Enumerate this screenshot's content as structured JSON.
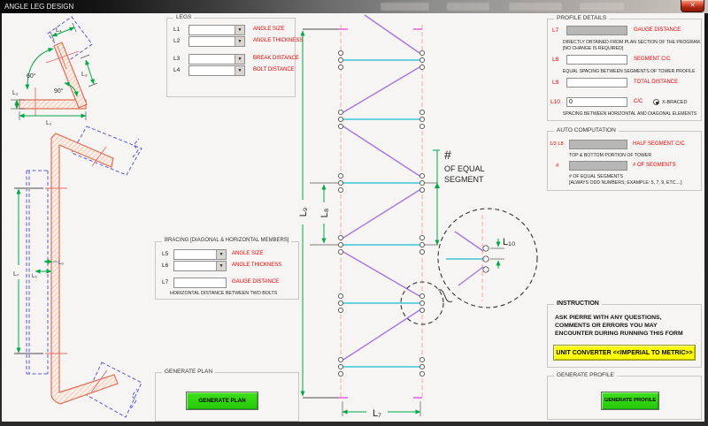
{
  "window": {
    "title": "ANGLE LEG DESIGN",
    "close": "✕"
  },
  "legs": {
    "title": "LEGS",
    "rows": [
      {
        "id": "L1",
        "label": "ANGLE SIZE"
      },
      {
        "id": "L2",
        "label": "ANGLE THICKNESS"
      },
      {
        "id": "L3",
        "label": "BREAK DISTANCE"
      },
      {
        "id": "L4",
        "label": "BOLT DISTANCE"
      }
    ]
  },
  "bracing": {
    "title": "BRACING [DIAGONAL & HORIZONTAL MEMBERS]",
    "rows": [
      {
        "id": "L5",
        "label": "ANGLE SIZE"
      },
      {
        "id": "L6",
        "label": "ANGLE THICKNESS"
      }
    ],
    "gauge": {
      "id": "L7",
      "label": "GAUGE DISTANCE",
      "note": "HORIZONTAL DISTANCE BETWEEN TWO BOLTS"
    }
  },
  "generate_plan": {
    "title": "GENERATE PLAN",
    "button": "GENERATE PLAN"
  },
  "profile_details": {
    "title": "PROFILE DETAILS",
    "l7": {
      "id": "L7",
      "label": "GAUGE DISTANCE",
      "note1": "DIRECTLY OBTAINED FROM PLAN SECTION OF THE PROGRAM.",
      "note2": "[NO CHANGE IS REQUIRED]"
    },
    "l8": {
      "id": "L8",
      "label": "SEGMENT C/C",
      "note": "EQUAL SPACING BETWEEN SEGMENTS OF TOWER PROFILE"
    },
    "l9": {
      "id": "L9",
      "label": "TOTAL DISTANCE"
    },
    "l10": {
      "id": "L10",
      "value": "0",
      "label": "C/C",
      "radio": "X-BRACED",
      "note": "SPACING BETWEEN HORIZONTAL AND DIAGONAL ELEMENTS"
    }
  },
  "auto_computation": {
    "title": "AUTO COMPUTATION",
    "half": {
      "id": "1/2 L8",
      "label": "HALF SEGMENT C/C",
      "note": "TOP & BOTTOM PORTION OF TOWER"
    },
    "segments": {
      "id": "#",
      "label": "# OF SEGMENTS",
      "note1": "# OF EQUAL SEGMENTS",
      "note2": "[ALWAYS ODD NUMBERS; EXAMPLE: 5, 7, 9, ETC....]"
    }
  },
  "instruction": {
    "title": "INSTRUCTION",
    "line1": "ASK PIERRE WITH ANY QUESTIONS,",
    "line2": "COMMENTS OR ERRORS YOU MAY",
    "line3": "ENCOUNTER DURING RUNNING THIS FORM",
    "button": "UNIT CONVERTER <<IMPERIAL TO METRIC>>"
  },
  "generate_profile": {
    "title": "GENERATE PROFILE",
    "button": "GENERATE PROFILE"
  },
  "profile_diagram": {
    "l9": "L₉",
    "l8": "L₈",
    "l7": "L₇",
    "l10": "L₁₀",
    "hash": "#",
    "seg1": "OF EQUAL",
    "seg2": "SEGMENT"
  },
  "plan_drawing": {
    "a60": "60°",
    "a90": "90°",
    "l1": "L₁",
    "l2": "L₂",
    "l3": "L₃",
    "l4": "L₄",
    "l5": "L₅",
    "l6": "L₆",
    "l7": "L₇"
  },
  "colors": {
    "accent_green": "#00a846",
    "member_outline": "#dd7055",
    "diagonal_purple": "#a678e0",
    "horizontal_cyan": "#3cc3d6",
    "leg_centerline_pink": "#ffb0b0",
    "dashed_blue": "#5a5ad6",
    "button_green": "#2fd40e",
    "button_yellow": "#ffff00",
    "label_red": "#f20000"
  }
}
